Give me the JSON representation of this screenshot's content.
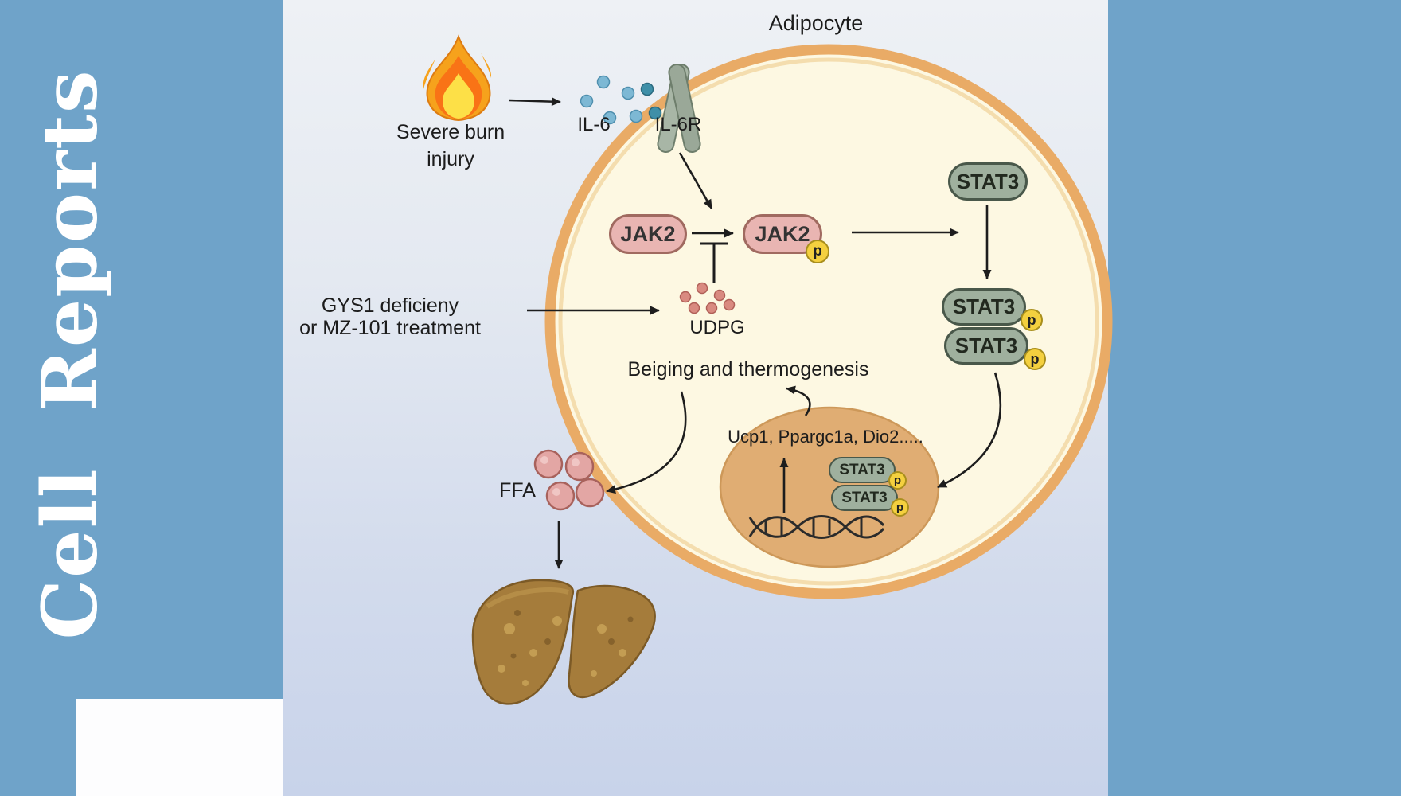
{
  "journal": {
    "title": "Cell  Reports"
  },
  "cell": {
    "label": "Adipocyte"
  },
  "trigger": {
    "line1": "Severe burn",
    "line2": "injury"
  },
  "ligand": {
    "il6": "IL-6",
    "il6r": "IL-6R"
  },
  "signaling": {
    "jak2": "JAK2",
    "jak2_phos": "JAK2",
    "stat3": "STAT3",
    "stat3_dimer_top": "STAT3",
    "stat3_dimer_bottom": "STAT3",
    "phospho": "p"
  },
  "treatment": {
    "line1": "GYS1 deficieny",
    "line2": "or MZ-101 treatment",
    "udpg": "UDPG"
  },
  "outcome": {
    "beiging": "Beiging and thermogenesis",
    "genes": "Ucp1, Ppargc1a, Dio2.....",
    "nuc_stat3_top": "STAT3",
    "nuc_stat3_bottom": "STAT3",
    "ffa": "FFA"
  },
  "colors": {
    "sidebar_blue": "#6fa3c9",
    "cell_fill": "#fdf8e2",
    "cell_border": "#e9ab66",
    "jak_pink": "#e9b5b2",
    "stat_green": "#9fb09e",
    "phospho_yellow": "#f4d03f",
    "nucleus_tan": "#e0ad73",
    "il6_blue": "#7db8d4",
    "udpg_red": "#d98a80",
    "ffa_pink": "#e3a6a4"
  }
}
